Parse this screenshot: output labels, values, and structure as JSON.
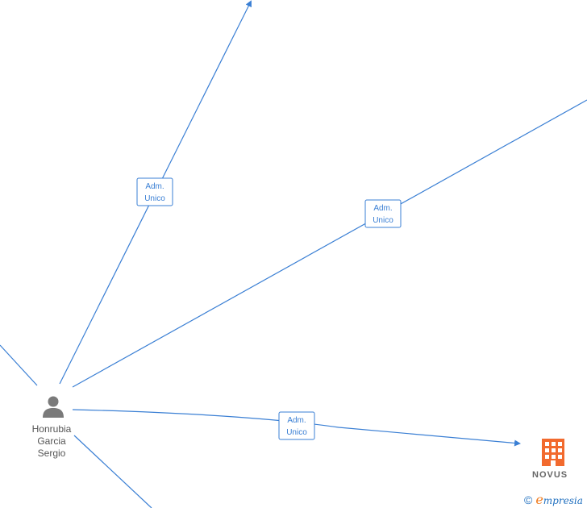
{
  "person": {
    "name_line1": "Honrubia",
    "name_line2": "Garcia",
    "name_line3": "Sergio",
    "icon": "person-icon"
  },
  "company": {
    "name": "NOVUS",
    "icon": "building-icon",
    "color": "#f26a2e"
  },
  "edges": {
    "edge1_label_line1": "Adm.",
    "edge1_label_line2": "Unico",
    "edge2_label_line1": "Adm.",
    "edge2_label_line2": "Unico",
    "edge3_label_line1": "Adm.",
    "edge3_label_line2": "Unico"
  },
  "brand": {
    "copyright": "©",
    "initial": "e",
    "rest": "mpresia"
  },
  "colors": {
    "edge": "#3a7fd4",
    "person_icon": "#7a7a7a",
    "company_icon": "#f26a2e"
  }
}
